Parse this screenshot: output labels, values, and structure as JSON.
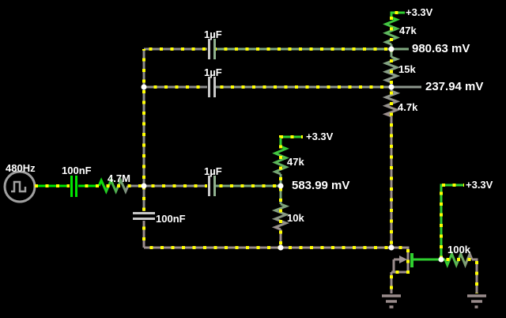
{
  "app": {
    "title": "circuit simulation canvas"
  },
  "source": {
    "frequency_label": "480Hz",
    "type": "square-wave"
  },
  "components": {
    "c_in": "100nF",
    "r_in": "4.7M",
    "c_top": "1µF",
    "c_mid": "1µF",
    "c_low": "1µF",
    "c_gnd": "100nF",
    "r_div1_top": "47k",
    "r_div1_mid": "15k",
    "r_div1_bot": "4.7k",
    "r_div2_top": "47k",
    "r_div2_bot": "10k",
    "r_gate": "100k"
  },
  "supplies": {
    "top": "+3.3V",
    "mid": "+3.3V",
    "right": "+3.3V"
  },
  "readouts": {
    "div1_top": "980.63 mV",
    "div1_mid": "237.94 mV",
    "div2_mid": "583.99 mV"
  },
  "colors": {
    "background": "#000000",
    "wire_neutral": "#8c8c8c",
    "wire_rail": "#9a8c8c",
    "wire_source_green": "#00e600",
    "wire_supply_green": "#2fcf2f",
    "wire_980mv": "#7fa87f",
    "wire_583mv": "#7aa37a",
    "wire_237mv": "#8e978e",
    "current_dots": "#ffff00",
    "node_dot": "#ffffff",
    "text": "#ffffff",
    "cap_plate": "#c8c8c8"
  }
}
